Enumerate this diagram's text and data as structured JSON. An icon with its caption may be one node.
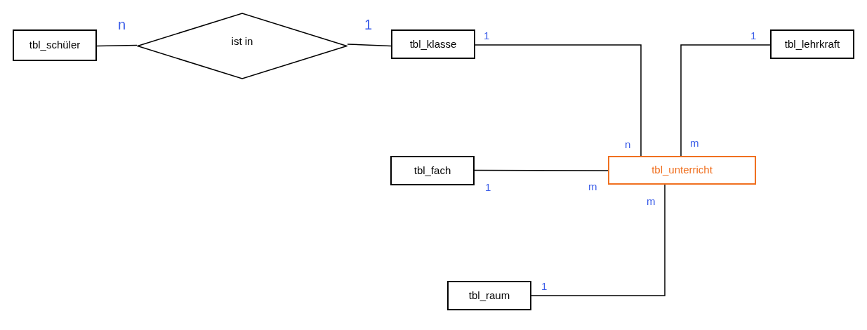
{
  "diagram": {
    "nodes": [
      {
        "text": [
          "tbl_schüler"
        ]
      },
      {
        "text": [
          "ist in"
        ]
      },
      {
        "text": [
          "tbl_klasse"
        ]
      },
      {
        "text": [
          "tbl_lehrkraft"
        ]
      },
      {
        "text": [
          "tbl_fach"
        ]
      },
      {
        "text": [
          "tbl_unterricht"
        ]
      },
      {
        "text": [
          "tbl_raum"
        ]
      }
    ],
    "edges": [
      {
        "from": 0,
        "to": 1,
        "arrow": "none"
      },
      {
        "from": 1,
        "to": 2,
        "arrow": "none"
      },
      {
        "from": 2,
        "to": 5,
        "arrow": "none"
      },
      {
        "from": 3,
        "to": 5,
        "arrow": "none"
      },
      {
        "from": 4,
        "to": 5,
        "arrow": "none"
      },
      {
        "from": 5,
        "to": 6,
        "arrow": "none"
      }
    ],
    "labels": [
      "n",
      "1",
      "1",
      "1",
      "n",
      "m",
      "1",
      "m",
      "m",
      "1"
    ]
  }
}
